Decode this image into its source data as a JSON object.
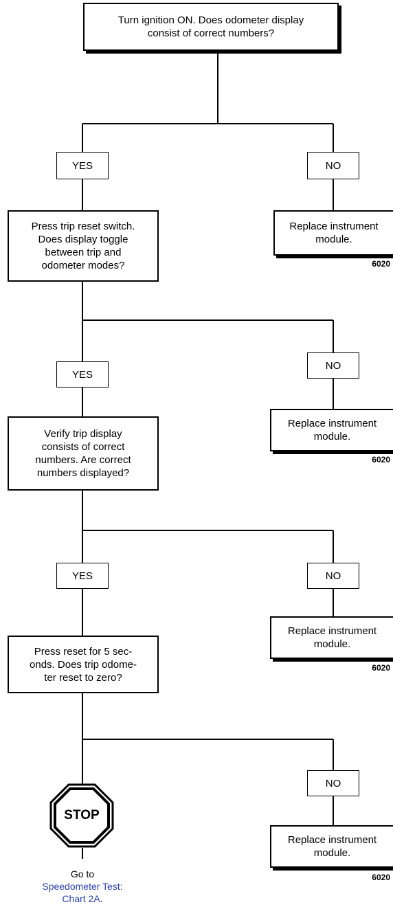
{
  "start_box": {
    "text": "Turn ignition ON. Does odometer display\nconsist of correct numbers?"
  },
  "steps": [
    {
      "yes_label": "YES",
      "no_label": "NO",
      "question": "Press trip reset switch.\nDoes display toggle\nbetween trip and\nodometer modes?",
      "no_action": "Replace instrument\nmodule.",
      "no_code": "6020"
    },
    {
      "yes_label": "YES",
      "no_label": "NO",
      "question": "Verify trip display\nconsists of correct\nnumbers. Are correct\nnumbers displayed?",
      "no_action": "Replace instrument\nmodule.",
      "no_code": "6020"
    },
    {
      "yes_label": "YES",
      "no_label": "NO",
      "question": "Press reset for 5 sec-\nonds. Does trip odome-\nter reset to zero?",
      "no_action": "Replace instrument\nmodule.",
      "no_code": "6020"
    }
  ],
  "final": {
    "no_label": "NO",
    "no_action": "Replace instrument\nmodule.",
    "no_code": "6020",
    "stop_text": "STOP",
    "goto_prefix": "Go to",
    "goto_link_1": "Speedometer Test:",
    "goto_link_2": "Chart 2A",
    "goto_suffix": "."
  },
  "colors": {
    "line": "#000000",
    "link": "#2b3ea8"
  }
}
